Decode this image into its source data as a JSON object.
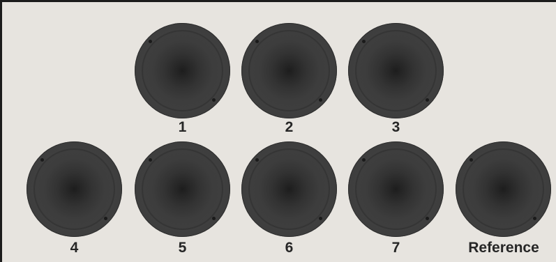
{
  "speakers": [
    {
      "label": "1"
    },
    {
      "label": "2"
    },
    {
      "label": "3"
    },
    {
      "label": "4"
    },
    {
      "label": "5"
    },
    {
      "label": "6"
    },
    {
      "label": "7"
    },
    {
      "label": "Reference"
    }
  ],
  "colors": {
    "background": "#e7e4df",
    "border": "#1c1c1c",
    "speaker": "#3f3f3f",
    "label": "#262626"
  }
}
